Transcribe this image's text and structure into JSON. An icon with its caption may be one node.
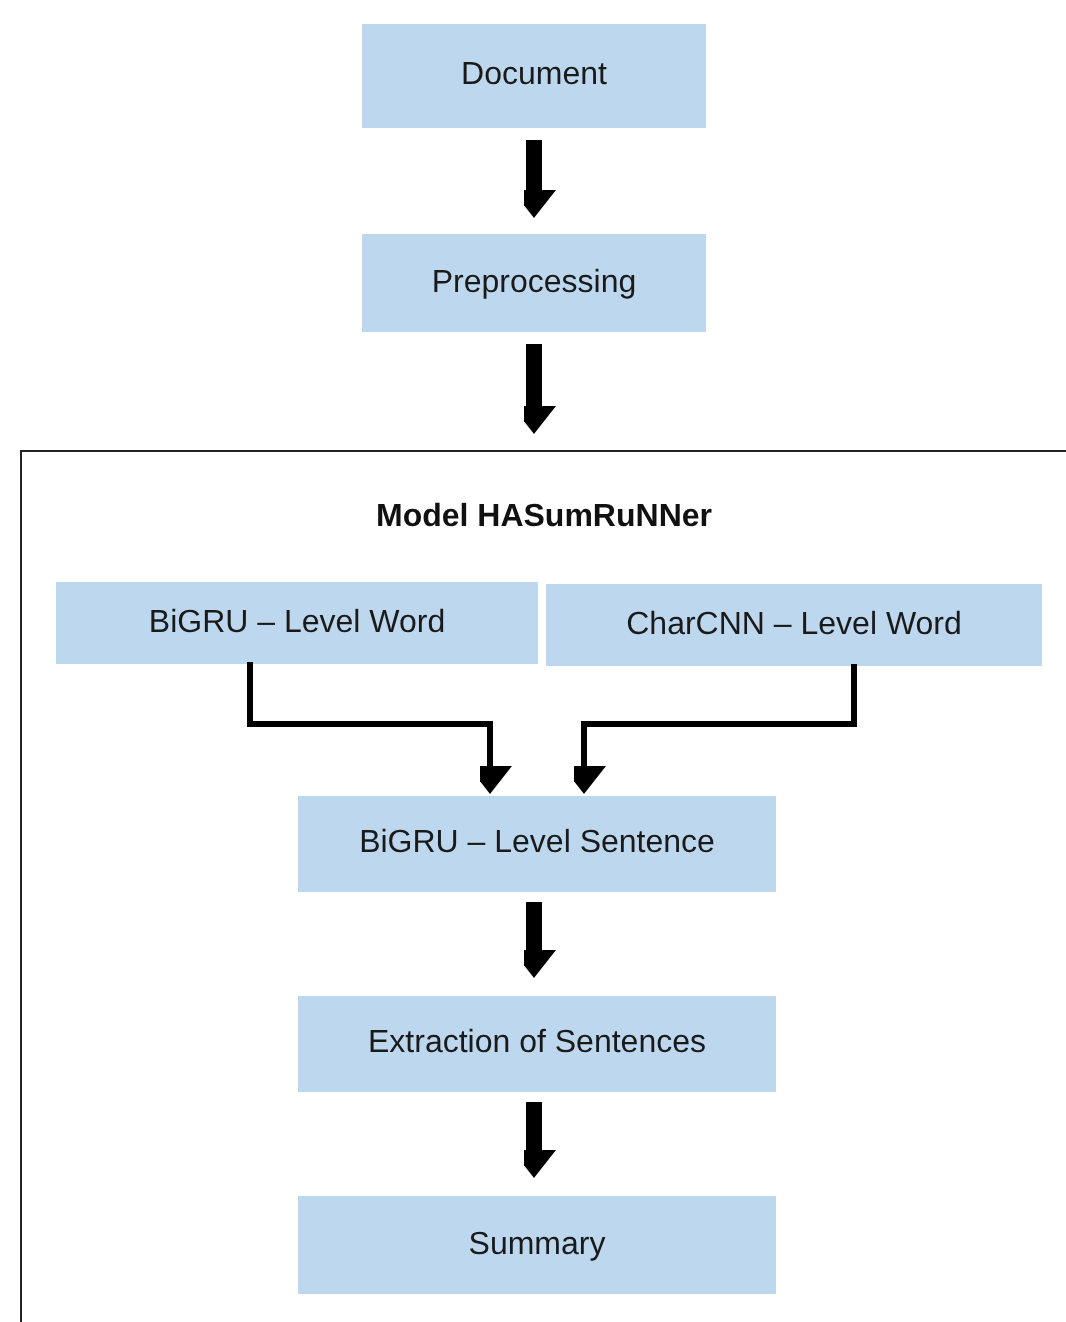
{
  "diagram": {
    "nodes": [
      {
        "text": [
          "Document"
        ]
      },
      {
        "text": [
          "Preprocessing"
        ]
      },
      {
        "text": [
          "Model HASumRuNNer"
        ]
      },
      {
        "text": [
          "BiGRU – Level Word"
        ],
        "in": 2
      },
      {
        "text": [
          "CharCNN – Level Word"
        ],
        "in": 2
      },
      {
        "text": [
          "BiGRU – Level Sentence"
        ],
        "in": 2
      },
      {
        "text": [
          "Extraction of Sentences"
        ],
        "in": 2
      },
      {
        "text": [
          "Summary"
        ],
        "in": 2
      }
    ],
    "edges": [
      {
        "from": 0,
        "to": 1,
        "arrow": "to"
      },
      {
        "from": 1,
        "to": 2,
        "arrow": "to"
      },
      {
        "from": 3,
        "to": 5,
        "arrow": "to"
      },
      {
        "from": 4,
        "to": 5,
        "arrow": "to"
      },
      {
        "from": 5,
        "to": 6,
        "arrow": "to"
      },
      {
        "from": 6,
        "to": 7,
        "arrow": "to"
      }
    ]
  }
}
